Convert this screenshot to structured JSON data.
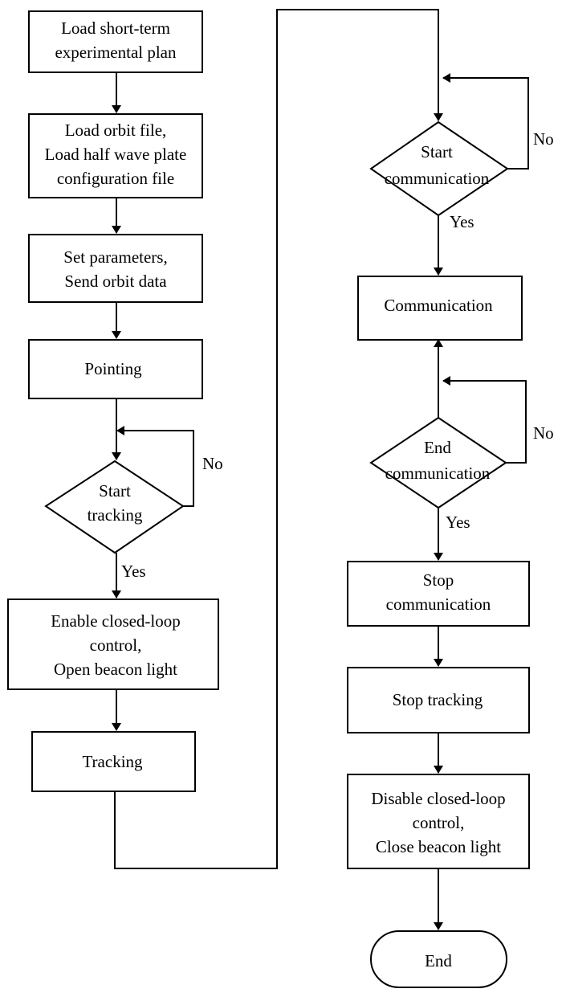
{
  "diagram": {
    "nodes": {
      "load_plan": [
        "Load short-term",
        "experimental plan"
      ],
      "load_orbit": [
        "Load orbit file,",
        "Load half wave plate",
        "configuration file"
      ],
      "set_params": [
        "Set parameters,",
        "Send orbit data"
      ],
      "pointing": [
        "Pointing"
      ],
      "start_tracking": [
        "Start",
        "tracking"
      ],
      "enable_loop": [
        "Enable closed-loop",
        "control,",
        "Open beacon light"
      ],
      "tracking": [
        "Tracking"
      ],
      "start_comm": [
        "Start",
        "communication"
      ],
      "communication": [
        "Communication"
      ],
      "end_comm": [
        "End",
        "communication"
      ],
      "stop_comm": [
        "Stop",
        "communication"
      ],
      "stop_tracking": [
        "Stop tracking"
      ],
      "disable_loop": [
        "Disable closed-loop",
        "control,",
        "Close beacon light"
      ],
      "end": [
        "End"
      ]
    },
    "edge_labels": {
      "tracking_no": "No",
      "tracking_yes": "Yes",
      "comm_start_no": "No",
      "comm_start_yes": "Yes",
      "comm_end_no": "No",
      "comm_end_yes": "Yes"
    }
  }
}
